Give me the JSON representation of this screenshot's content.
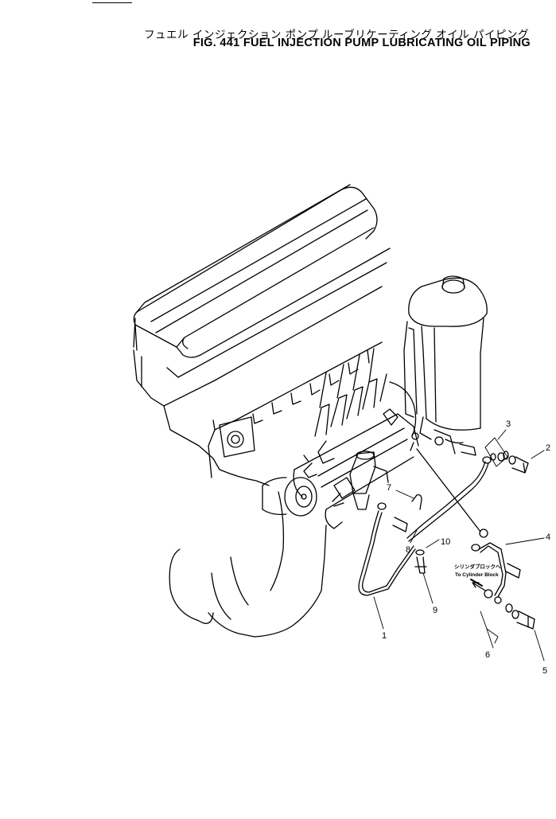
{
  "header": {
    "title_jp": "フュエル インジェクション ポンプ ルーブリケーティング オイル パイピング",
    "title_en": "FIG. 441  FUEL  INJECTION  PUMP  LUBRICATING  OIL  PIPING"
  },
  "callouts": [
    {
      "id": "1",
      "label": "1"
    },
    {
      "id": "2",
      "label": "2"
    },
    {
      "id": "3",
      "label": "3"
    },
    {
      "id": "4",
      "label": "4"
    },
    {
      "id": "5",
      "label": "5"
    },
    {
      "id": "6",
      "label": "6"
    },
    {
      "id": "7",
      "label": "7"
    },
    {
      "id": "8",
      "label": "8"
    },
    {
      "id": "9",
      "label": "9"
    },
    {
      "id": "10",
      "label": "10"
    }
  ],
  "note": {
    "jp": "シリンダブロックへ",
    "en": "To Cylinder Block"
  },
  "colors": {
    "ink": "#000000",
    "paper": "#ffffff"
  }
}
